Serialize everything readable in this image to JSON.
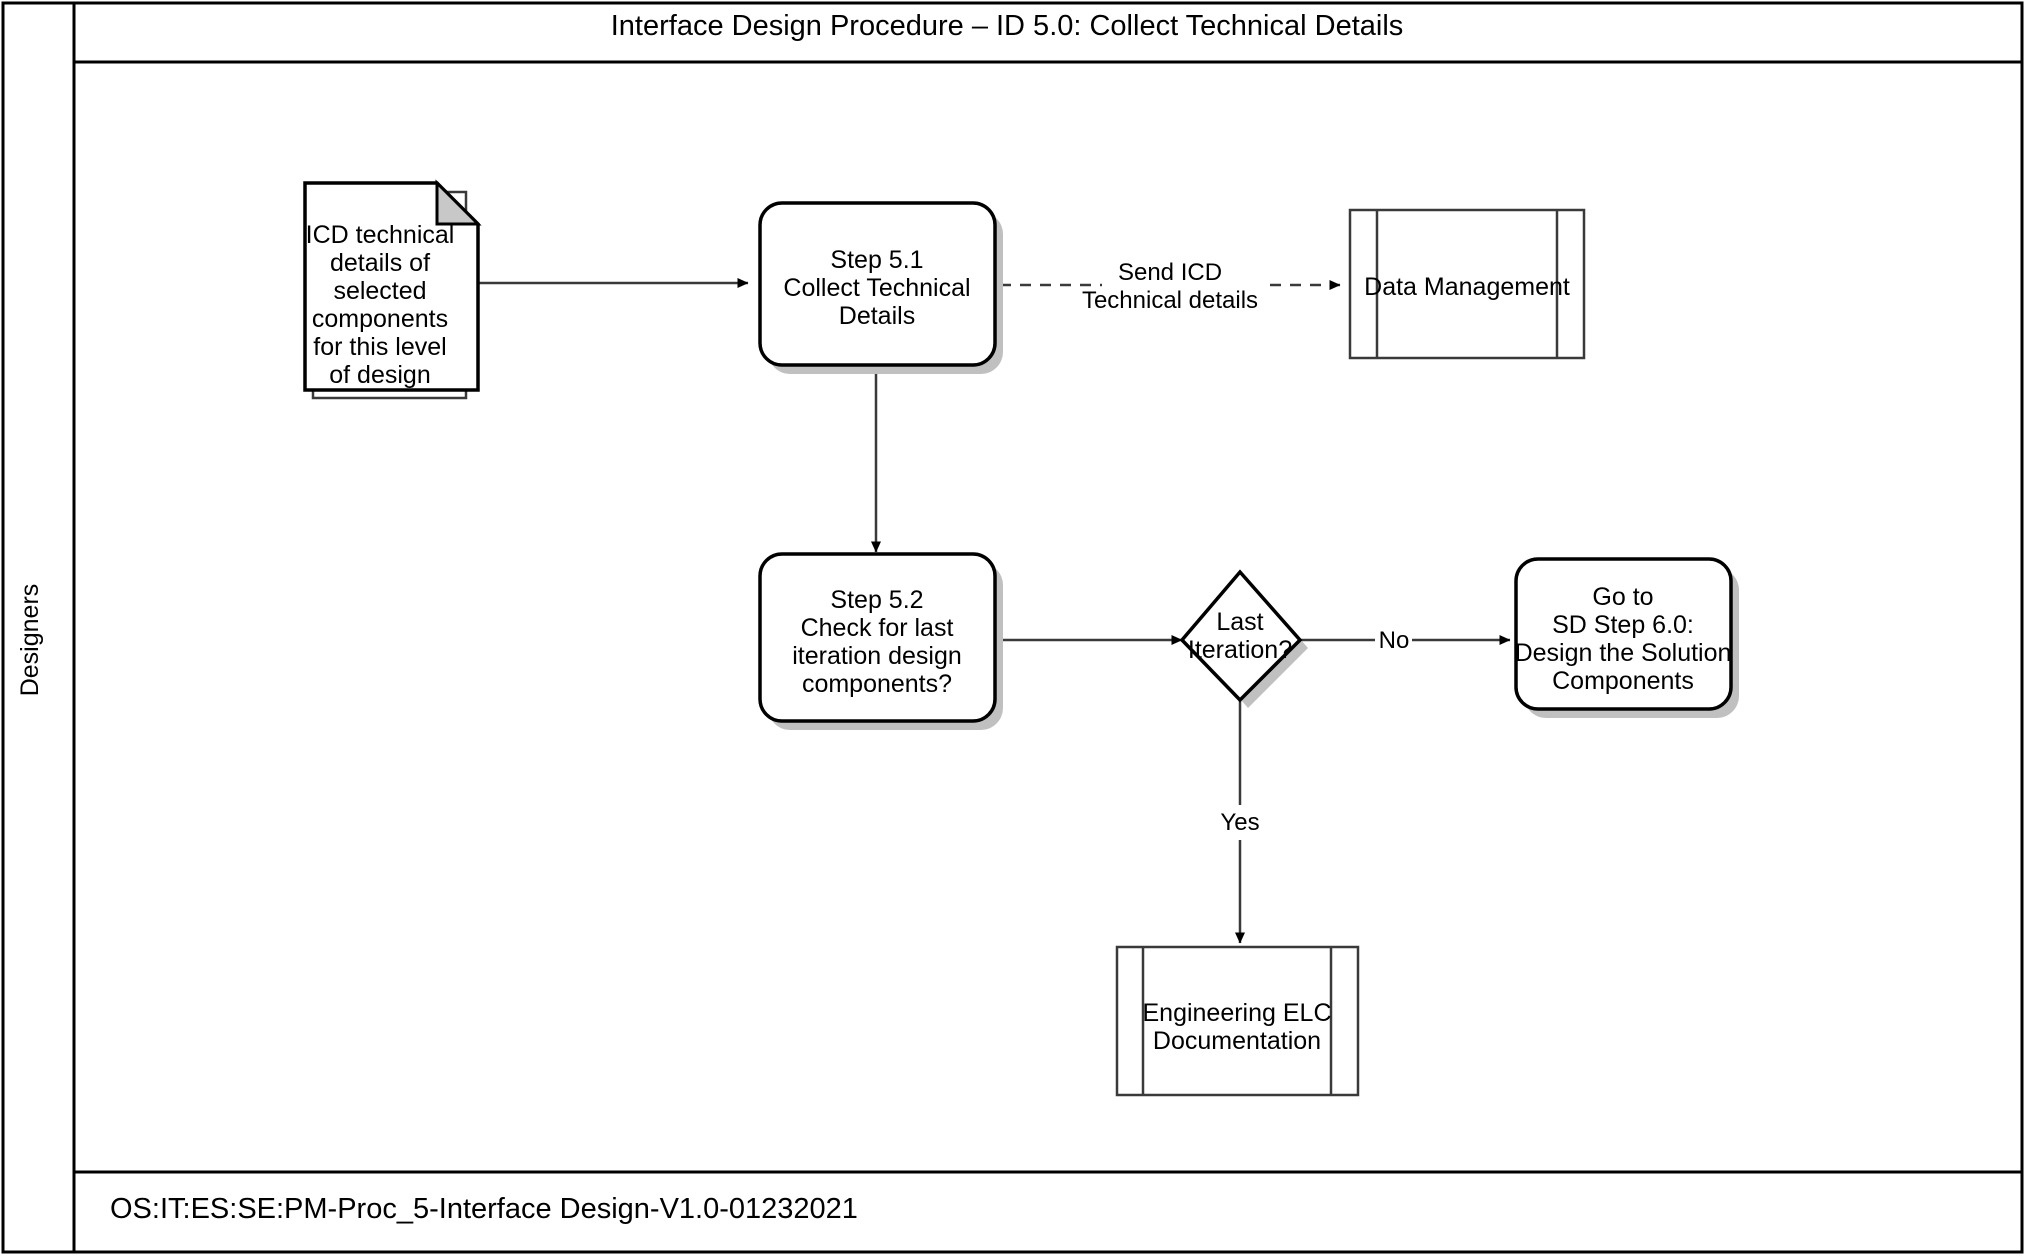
{
  "document": {
    "title": "Interface Design Procedure – ID 5.0: Collect Technical Details",
    "footer": "OS:IT:ES:SE:PM-Proc_5-Interface Design-V1.0-01232021"
  },
  "swimlane": {
    "label": "Designers"
  },
  "nodes": {
    "icd_document": {
      "type": "document",
      "lines": [
        "ICD technical",
        "details of",
        "selected",
        "components",
        "for this level",
        "of design"
      ]
    },
    "step_51": {
      "type": "process",
      "lines": [
        "Step 5.1",
        "Collect Technical",
        "Details"
      ]
    },
    "data_management": {
      "type": "predefined-process",
      "lines": [
        "Data Management"
      ]
    },
    "step_52": {
      "type": "process",
      "lines": [
        "Step 5.2",
        "Check for last",
        "iteration design",
        "components?"
      ]
    },
    "last_iteration": {
      "type": "decision",
      "lines": [
        "Last",
        "Iteration?"
      ]
    },
    "goto_sd_step_60": {
      "type": "process",
      "lines": [
        "Go to",
        "SD Step 6.0:",
        "Design the Solution",
        "Components"
      ]
    },
    "engineering_elc": {
      "type": "predefined-process",
      "lines": [
        "Engineering ELC",
        "Documentation"
      ]
    }
  },
  "edges": {
    "send_icd": {
      "style": "dashed",
      "lines": [
        "Send ICD",
        "Technical details"
      ]
    },
    "decision_no": {
      "style": "solid",
      "label": "No"
    },
    "decision_yes": {
      "style": "solid",
      "label": "Yes"
    }
  },
  "colors": {
    "shape_outline": "#000000",
    "shape_fill": "#ffffff",
    "shadow": "#c0c0c0",
    "fold_corner": "#c8c8c8",
    "connector": "#3a3a3a"
  }
}
